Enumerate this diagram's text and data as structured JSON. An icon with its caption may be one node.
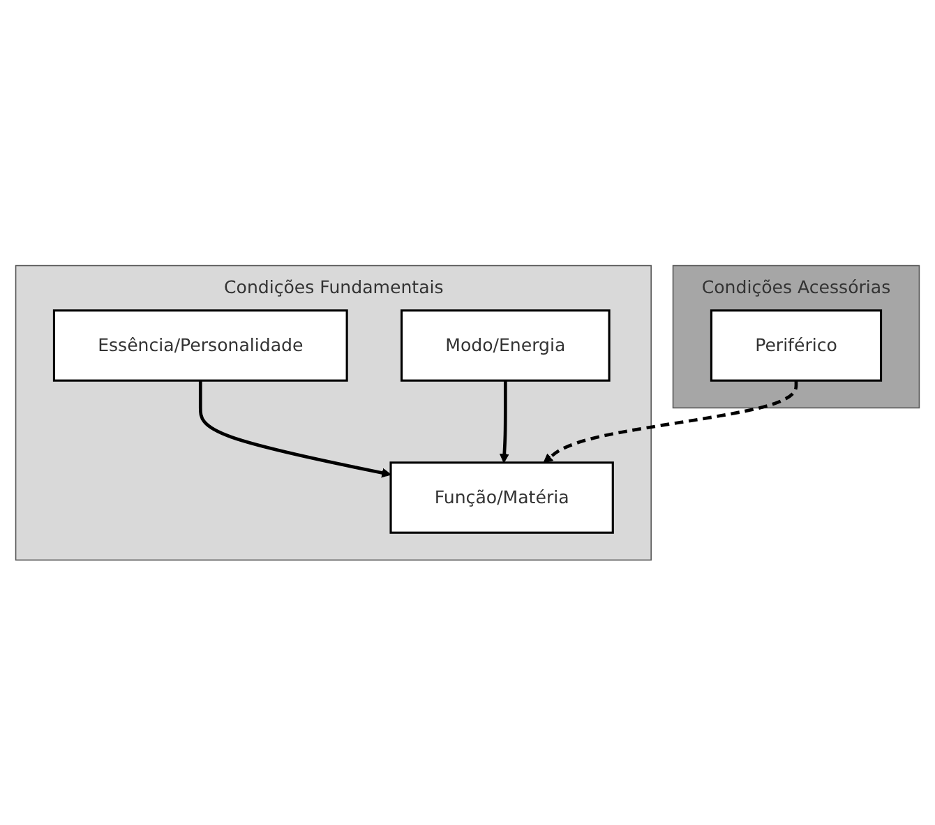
{
  "diagram": {
    "nodes": [
      {
        "text": [
          "Condições Fundamentais"
        ]
      },
      {
        "text": [
          "Condições Acessórias"
        ]
      },
      {
        "text": [
          "Essência/Personalidade"
        ],
        "in": 0
      },
      {
        "text": [
          "Função/Matéria"
        ],
        "in": 0
      },
      {
        "text": [
          "Modo/Energia"
        ],
        "in": 0
      },
      {
        "text": [
          "Periférico"
        ],
        "in": 1
      }
    ],
    "edges": [
      {
        "from": 2,
        "to": 3,
        "arrow": "to"
      },
      {
        "from": 4,
        "to": 3,
        "arrow": "to"
      },
      {
        "from": 5,
        "to": 3,
        "arrow": "to",
        "style": "dashed"
      }
    ]
  }
}
